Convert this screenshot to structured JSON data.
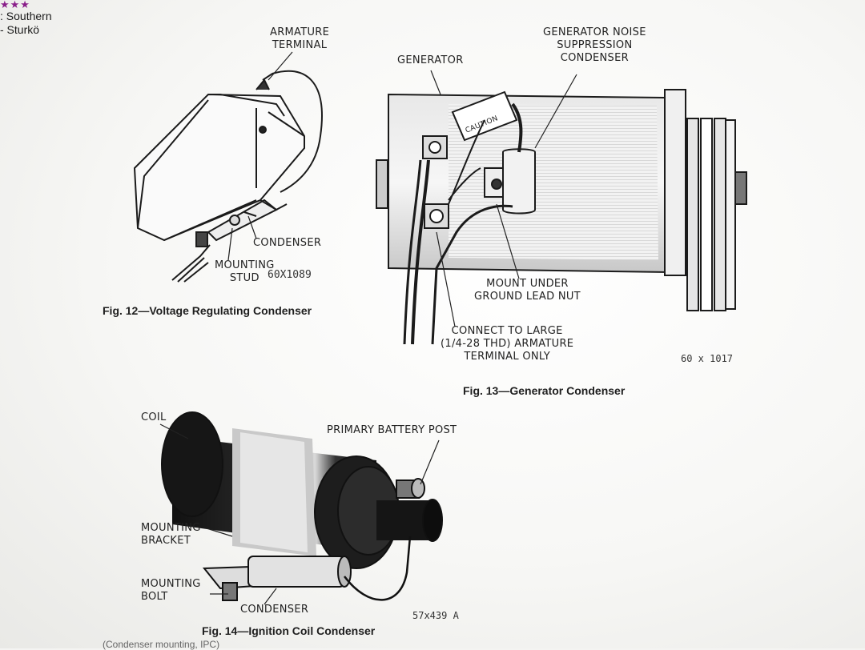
{
  "header": {
    "stars": "★★★",
    "line1": ": Southern",
    "line2": "- Sturkö"
  },
  "fig12": {
    "labels": {
      "armature_terminal_1": "ARMATURE",
      "armature_terminal_2": "TERMINAL",
      "condenser": "CONDENSER",
      "mounting_stud_1": "MOUNTING",
      "mounting_stud_2": "STUD"
    },
    "code": "60X1089",
    "caption": "Fig. 12—Voltage Regulating Condenser"
  },
  "fig13": {
    "labels": {
      "generator": "GENERATOR",
      "noise_1": "GENERATOR NOISE",
      "noise_2": "SUPPRESSION",
      "noise_3": "CONDENSER",
      "mount_1": "MOUNT UNDER",
      "mount_2": "GROUND LEAD NUT",
      "connect_1": "CONNECT TO LARGE",
      "connect_2": "(1/4-28 THD) ARMATURE",
      "connect_3": "TERMINAL ONLY",
      "caution": "CAUTION"
    },
    "code": "60 x 1017",
    "caption": "Fig. 13—Generator Condenser"
  },
  "fig14": {
    "labels": {
      "coil": "COIL",
      "primary": "PRIMARY BATTERY POST",
      "bracket_1": "MOUNTING",
      "bracket_2": "BRACKET",
      "bolt_1": "MOUNTING",
      "bolt_2": "BOLT",
      "condenser": "CONDENSER"
    },
    "code": "57x439 A",
    "caption": "Fig. 14—Ignition Coil Condenser"
  },
  "footer": "(Condenser mounting, IPC)"
}
